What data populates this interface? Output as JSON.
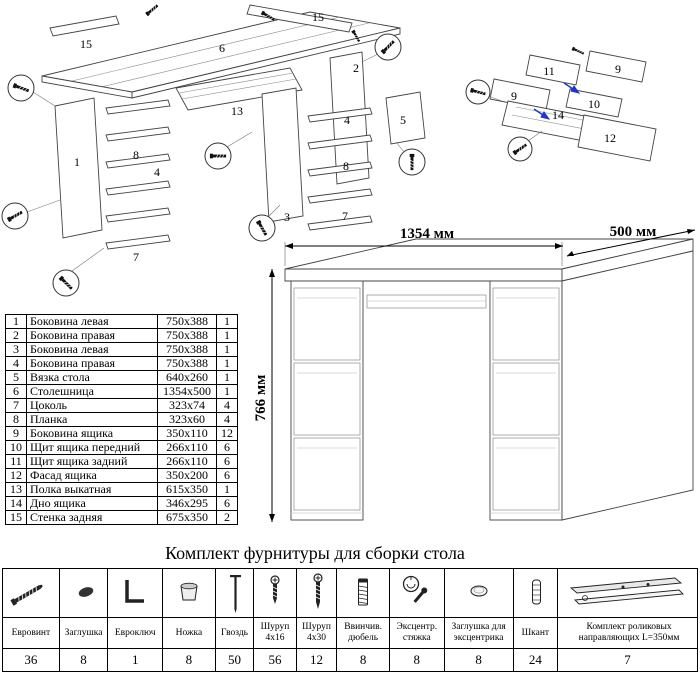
{
  "diagrams": {
    "main": {
      "labels": [
        "15",
        "6",
        "15",
        "13",
        "1",
        "8",
        "4",
        "7",
        "2",
        "3",
        "4",
        "8",
        "7",
        "5"
      ]
    },
    "drawer": {
      "labels": [
        "11",
        "9",
        "9",
        "10",
        "14",
        "12"
      ]
    }
  },
  "desk_view": {
    "dim_width": "1354 мм",
    "dim_depth": "500 мм",
    "dim_height": "766 мм"
  },
  "parts_table": {
    "rows": [
      {
        "num": "1",
        "name": "Боковина левая",
        "size": "750x388",
        "qty": "1"
      },
      {
        "num": "2",
        "name": "Боковина правая",
        "size": "750x388",
        "qty": "1"
      },
      {
        "num": "3",
        "name": "Боковина левая",
        "size": "750x388",
        "qty": "1"
      },
      {
        "num": "4",
        "name": "Боковина правая",
        "size": "750x388",
        "qty": "1"
      },
      {
        "num": "5",
        "name": "Вязка стола",
        "size": "640x260",
        "qty": "1"
      },
      {
        "num": "6",
        "name": "Столешница",
        "size": "1354x500",
        "qty": "1"
      },
      {
        "num": "7",
        "name": "Цоколь",
        "size": "323x74",
        "qty": "4"
      },
      {
        "num": "8",
        "name": "Планка",
        "size": "323x60",
        "qty": "4"
      },
      {
        "num": "9",
        "name": "Боковина ящика",
        "size": "350x110",
        "qty": "12"
      },
      {
        "num": "10",
        "name": "Щит ящика передний",
        "size": "266x110",
        "qty": "6"
      },
      {
        "num": "11",
        "name": "Щит ящика задний",
        "size": "266x110",
        "qty": "6"
      },
      {
        "num": "12",
        "name": "Фасад ящика",
        "size": "350x200",
        "qty": "6"
      },
      {
        "num": "13",
        "name": "Полка выкатная",
        "size": "615x350",
        "qty": "1"
      },
      {
        "num": "14",
        "name": "Дно ящика",
        "size": "346x295",
        "qty": "6"
      },
      {
        "num": "15",
        "name": "Стенка задняя",
        "size": "675x350",
        "qty": "2"
      }
    ]
  },
  "hardware": {
    "title": "Комплект фурнитуры для сборки стола",
    "items": [
      {
        "name": "Евровинт",
        "qty": "36",
        "icon": "euroscrew-icon"
      },
      {
        "name": "Заглушка",
        "qty": "8",
        "icon": "cap-icon"
      },
      {
        "name": "Евроключ",
        "qty": "1",
        "icon": "hexkey-icon"
      },
      {
        "name": "Ножка",
        "qty": "8",
        "icon": "foot-icon"
      },
      {
        "name": "Гвоздь",
        "qty": "50",
        "icon": "nail-icon"
      },
      {
        "name": "Шуруп 4x16",
        "qty": "56",
        "icon": "screw-4x16-icon"
      },
      {
        "name": "Шуруп 4x30",
        "qty": "12",
        "icon": "screw-4x30-icon"
      },
      {
        "name": "Ввинчив. дюбель",
        "qty": "8",
        "icon": "screw-in-dowel-icon"
      },
      {
        "name": "Эксцентр. стяжка",
        "qty": "8",
        "icon": "cam-lock-icon"
      },
      {
        "name": "Заглушка для эксцентрика",
        "qty": "8",
        "icon": "cam-cap-icon"
      },
      {
        "name": "Шкант",
        "qty": "24",
        "icon": "wood-dowel-icon"
      },
      {
        "name": "Комплект роликовых направляющих L=350мм",
        "qty": "7",
        "icon": "drawer-slide-icon"
      }
    ]
  }
}
